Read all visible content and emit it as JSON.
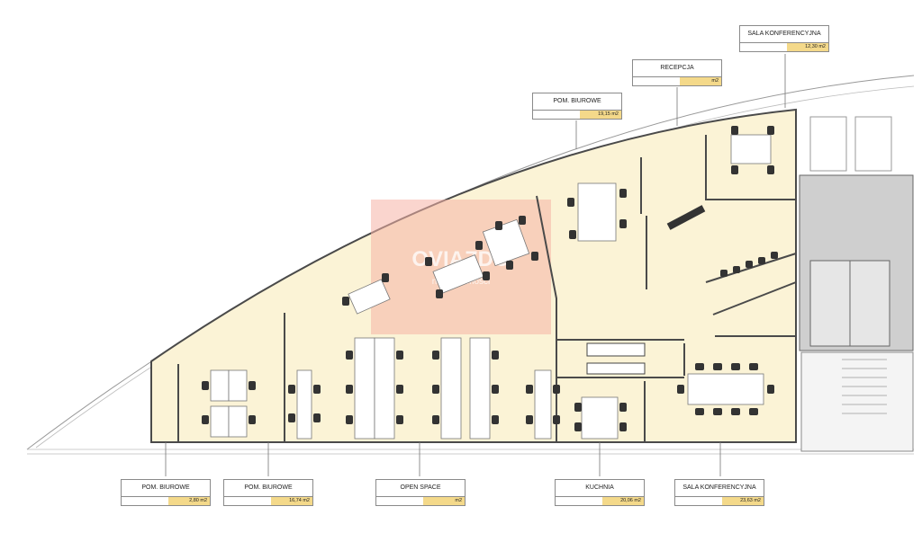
{
  "colors": {
    "floor": "#fbf3d6",
    "wall": "#4a4a4a",
    "core": "#cfcfcf",
    "area_tag": "#f4d98a",
    "watermark": "#f6b3a5"
  },
  "watermark": {
    "text": "OVIAZDO",
    "subtext": "nieruchomości"
  },
  "labels": [
    {
      "id": "sala-konferencyjna-top",
      "name": "SALA KONFERENCYJNA",
      "area": "12,30 m2"
    },
    {
      "id": "recepcja",
      "name": "RECEPCJA",
      "area": "m2"
    },
    {
      "id": "pom-biurowe-top",
      "name": "POM. BIUROWE",
      "area": "19,15 m2"
    },
    {
      "id": "pom-biurowe-1",
      "name": "POM. BIUROWE",
      "area": "2,80 m2"
    },
    {
      "id": "pom-biurowe-2",
      "name": "POM. BIUROWE",
      "area": "16,74 m2"
    },
    {
      "id": "open-space",
      "name": "OPEN SPACE",
      "area": "m2"
    },
    {
      "id": "kuchnia",
      "name": "KUCHNIA",
      "area": "20,06 m2"
    },
    {
      "id": "sala-konferencyjna-bottom",
      "name": "SALA KONFERENCYJNA",
      "area": "23,63 m2"
    }
  ]
}
